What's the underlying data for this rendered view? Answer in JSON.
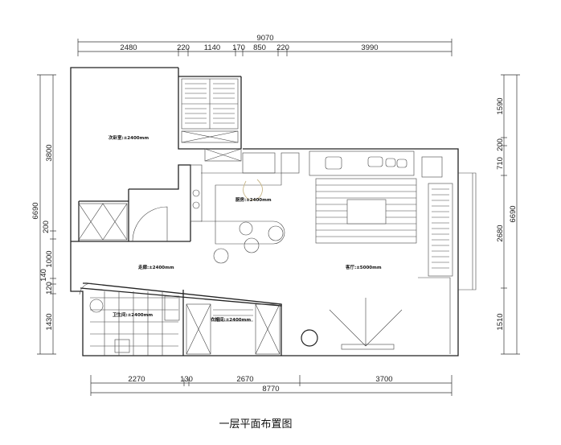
{
  "title": "一层平面布置图",
  "rooms": {
    "secondary_bedroom": "次卧室:±2400mm",
    "kitchen": "厨房:±2400mm",
    "corridor": "走廊:±2400mm",
    "living_room": "客厅:±5000mm",
    "bathroom": "卫生间:±2400mm",
    "cloakroom": "衣帽间:±2400mm"
  },
  "dimensions": {
    "top_total": "9070",
    "top": [
      "2480",
      "220",
      "1140",
      "170",
      "850",
      "220",
      "3990"
    ],
    "left_total": "6690",
    "left": [
      "3800",
      "200",
      "1000",
      "140",
      "120",
      "1430"
    ],
    "right_total": "6690",
    "right": [
      "1590",
      "200",
      "710",
      "2680",
      "1510"
    ],
    "bottom": [
      "2270",
      "130",
      "2670",
      "3700"
    ],
    "bottom_total": "8770"
  }
}
